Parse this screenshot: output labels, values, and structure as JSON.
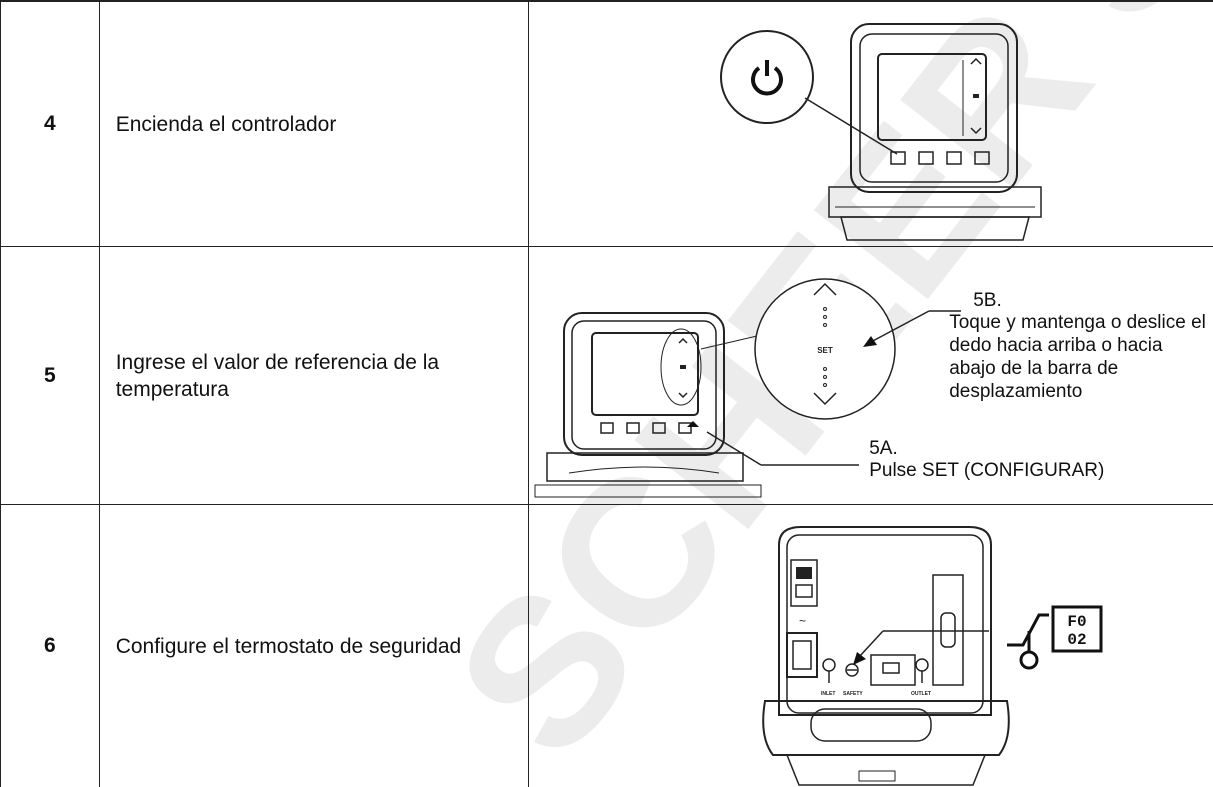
{
  "steps": [
    {
      "number": "4",
      "text": "Encienda el controlador",
      "illustration": "controller-power-button-icon"
    },
    {
      "number": "5",
      "text": "Ingrese el valor de referencia de la temperatura",
      "illustration": "controller-scroll-bar-icon",
      "callouts": {
        "b_title": "5B.",
        "b_text": "Toque y mantenga o deslice el dedo hacia arriba o hacia abajo de la barra de desplazamiento",
        "a_title": "5A.",
        "a_text": "Pulse SET (CONFIGURAR)",
        "set_label": "SET"
      }
    },
    {
      "number": "6",
      "text": "Configure el termostato de seguridad",
      "illustration": "controller-rear-panel-icon",
      "labels": {
        "inlet": "INLET",
        "safety": "SAFETY",
        "outlet": "OUTLET",
        "display_line1": "F0",
        "display_line2": "02"
      }
    }
  ],
  "watermark": {
    "text": "SCHEER SAS",
    "color": "#e8e8e8"
  }
}
